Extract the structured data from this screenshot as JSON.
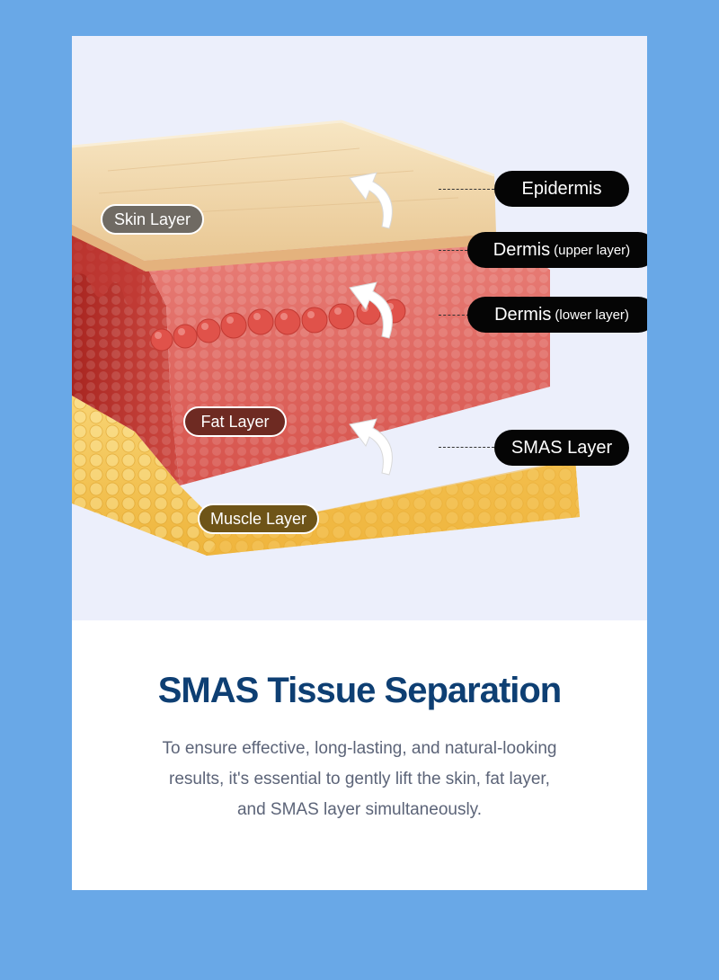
{
  "diagram": {
    "callouts": {
      "epidermis": {
        "main": "Epidermis",
        "sub": ""
      },
      "dermis_upper": {
        "main": "Dermis",
        "sub": "(upper layer)"
      },
      "dermis_lower": {
        "main": "Dermis",
        "sub": "(lower layer)"
      },
      "smas": {
        "main": "SMAS Layer",
        "sub": ""
      }
    },
    "layer_tags": {
      "skin": {
        "label": "Skin Layer",
        "color": "#6f6a63"
      },
      "fat": {
        "label": "Fat Layer",
        "color": "#6e2a22"
      },
      "muscle": {
        "label": "Muscle Layer",
        "color": "#6e5418"
      }
    },
    "colors": {
      "epidermis": "#f2d9ad",
      "dermis": "#e26a62",
      "dermis_dark": "#b9332d",
      "fat": "#f5c44f",
      "callout_bg": "#050505"
    }
  },
  "content": {
    "title": "SMAS Tissue Separation",
    "description_lines": [
      "To ensure effective, long-lasting, and natural-looking",
      "results, it's essential to gently lift the skin, fat layer,",
      "and SMAS layer simultaneously."
    ]
  }
}
